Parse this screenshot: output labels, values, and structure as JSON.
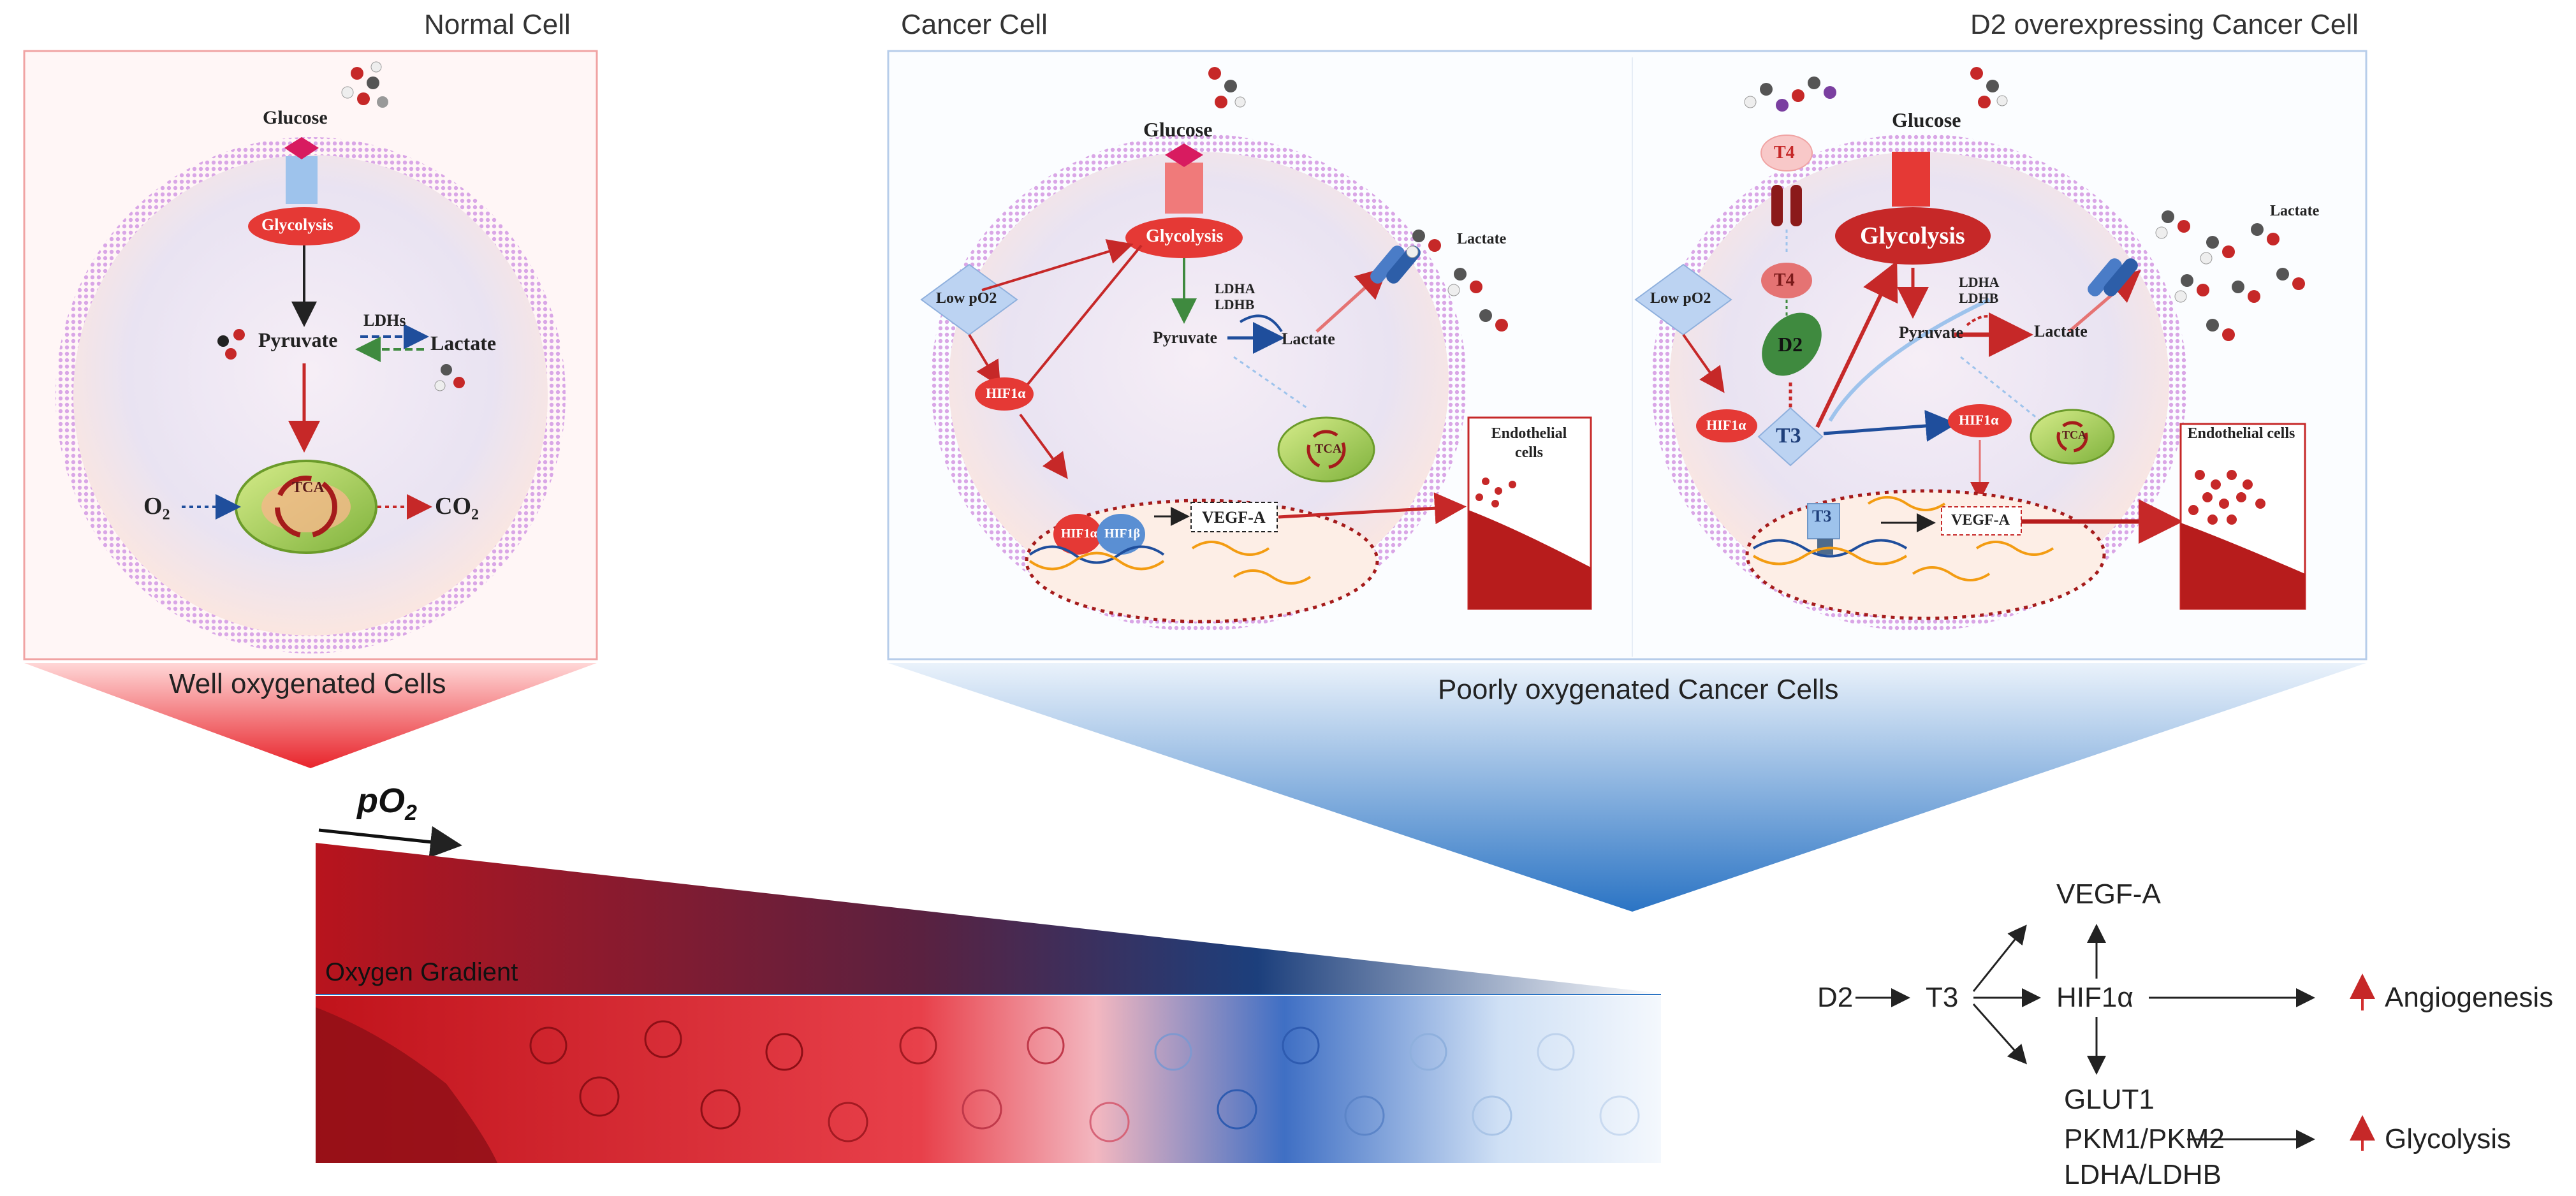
{
  "panels": {
    "normal": {
      "title": "Normal Cell",
      "glucose": "Glucose",
      "glycolysis": "Glycolysis",
      "pyruvate": "Pyruvate",
      "ldhs": "LDHs",
      "lactate": "Lactate",
      "tca": "TCA",
      "o2": "O",
      "o2_sub": "2",
      "co2": "CO",
      "co2_sub": "2"
    },
    "cancer": {
      "title": "Cancer Cell",
      "glucose": "Glucose",
      "glycolysis": "Glycolysis",
      "low_po2": "Low pO2",
      "hif1a": "HIF1α",
      "ldha": "LDHA",
      "ldhb": "LDHB",
      "pyruvate": "Pyruvate",
      "lactate_inner": "Lactate",
      "lactate_outer": "Lactate",
      "tca": "TCA",
      "hif1a_dna": "HIF1α",
      "hif1b_dna": "HIF1β",
      "vegfa": "VEGF-A",
      "endothelial": "Endothelial cells"
    },
    "d2": {
      "title": "D2 overexpressing Cancer Cell",
      "glucose": "Glucose",
      "t4_top": "T4",
      "t4_inner": "T4",
      "glycolysis": "Glycolysis",
      "low_po2": "Low pO2",
      "hif1a_left": "HIF1α",
      "d2": "D2",
      "t3": "T3",
      "hif1a": "HIF1α",
      "ldha": "LDHA",
      "ldhb": "LDHB",
      "pyruvate": "Pyruvate",
      "lactate_inner": "Lactate",
      "lactate_outer": "Lactate",
      "tca": "TCA",
      "t3_dna": "T3",
      "vegfa": "VEGF-A",
      "endothelial": "Endothelial cells"
    }
  },
  "captions": {
    "well": "Well oxygenated Cells",
    "poor": "Poorly oxygenated Cancer Cells"
  },
  "gradient": {
    "po2": "pO",
    "po2_sub": "2",
    "label": "Oxygen Gradient"
  },
  "pathway": {
    "d2": "D2",
    "t3": "T3",
    "vegfa": "VEGF-A",
    "hif1a": "HIF1α",
    "glut1": "GLUT1",
    "pkm": "PKM1/PKM2",
    "ldh": "LDHA/LDHB",
    "angiogenesis": "Angiogenesis",
    "glycolysis": "Glycolysis"
  },
  "colors": {
    "red": "#d32f2f",
    "blue": "#1f4e9c",
    "membrane": "#d9a6e6"
  }
}
